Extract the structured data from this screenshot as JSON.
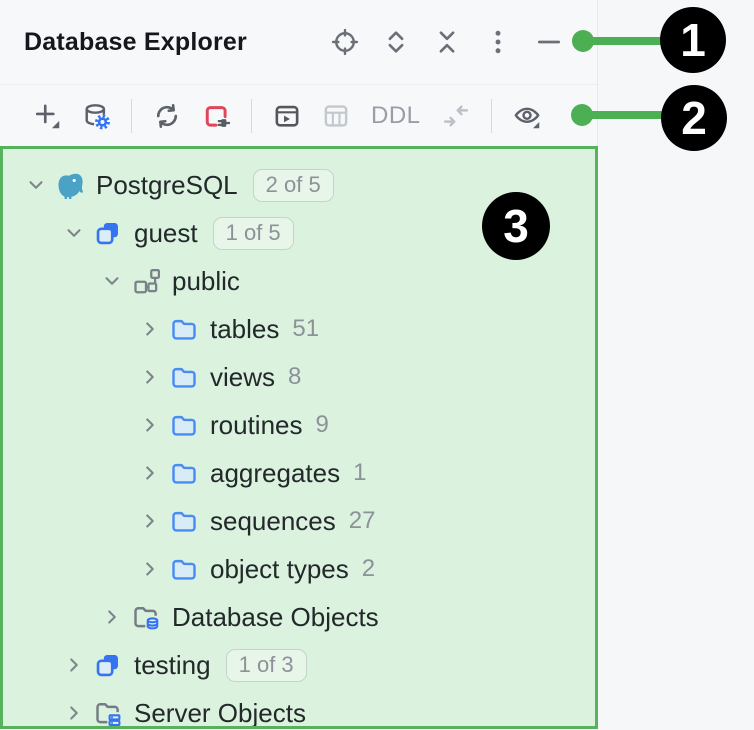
{
  "header": {
    "title": "Database Explorer",
    "icons": [
      "locate-icon",
      "expand-all-icon",
      "collapse-all-icon",
      "more-options-icon",
      "hide-icon"
    ]
  },
  "toolbar": {
    "ddl_label": "DDL",
    "icons": [
      "new-item-icon",
      "data-source-properties-icon",
      "refresh-icon",
      "disconnect-icon",
      "query-console-icon",
      "table-view-icon",
      "ddl-label",
      "jump-to-console-icon",
      "preview-icon"
    ]
  },
  "tree": {
    "rows": [
      {
        "label": "PostgreSQL",
        "badge": "2 of 5",
        "level": 0,
        "state": "expanded",
        "icon": "postgresql-icon"
      },
      {
        "label": "guest",
        "badge": "1 of 5",
        "level": 1,
        "state": "expanded",
        "icon": "database-icon"
      },
      {
        "label": "public",
        "level": 2,
        "state": "expanded",
        "icon": "schema-icon"
      },
      {
        "label": "tables",
        "count": "51",
        "level": 3,
        "state": "collapsed",
        "icon": "folder-icon"
      },
      {
        "label": "views",
        "count": "8",
        "level": 3,
        "state": "collapsed",
        "icon": "folder-icon"
      },
      {
        "label": "routines",
        "count": "9",
        "level": 3,
        "state": "collapsed",
        "icon": "folder-icon"
      },
      {
        "label": "aggregates",
        "count": "1",
        "level": 3,
        "state": "collapsed",
        "icon": "folder-icon"
      },
      {
        "label": "sequences",
        "count": "27",
        "level": 3,
        "state": "collapsed",
        "icon": "folder-icon"
      },
      {
        "label": "object types",
        "count": "2",
        "level": 3,
        "state": "collapsed",
        "icon": "folder-icon"
      },
      {
        "label": "Database Objects",
        "level": 2,
        "state": "collapsed",
        "icon": "folder-database-icon"
      },
      {
        "label": "testing",
        "badge": "1 of 3",
        "level": 1,
        "state": "collapsed",
        "icon": "database-icon"
      },
      {
        "label": "Server Objects",
        "level": 1,
        "state": "collapsed",
        "icon": "folder-server-icon"
      }
    ]
  },
  "callouts": {
    "one": "1",
    "two": "2",
    "three": "3"
  },
  "colors": {
    "highlight_bg": "#daf2de",
    "highlight_border": "#56b25c",
    "connector_green": "#4daf53",
    "callout_bg": "#000000",
    "accent_blue": "#3574f0",
    "danger_red": "#e0455a",
    "elephant_teal": "#4aa3c6"
  }
}
